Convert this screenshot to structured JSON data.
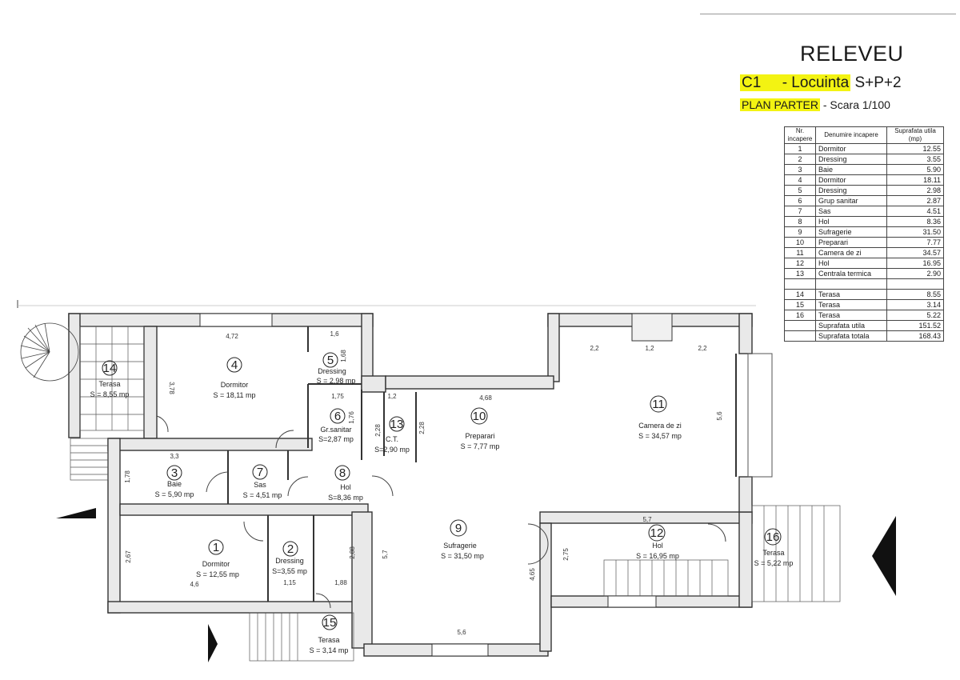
{
  "header": {
    "title": "RELEVEU",
    "building_code": "C1",
    "building_desc": "- Locuinta",
    "building_levels": "S+P+2",
    "plan_name": "PLAN PARTER",
    "scale": "- Scara 1/100"
  },
  "legend": {
    "col_nr": "Nr. incapere",
    "col_name": "Denumire incapere",
    "col_area": "Suprafata utila (mp)",
    "rows": [
      {
        "nr": "1",
        "name": "Dormitor",
        "area": "12.55"
      },
      {
        "nr": "2",
        "name": "Dressing",
        "area": "3.55"
      },
      {
        "nr": "3",
        "name": "Baie",
        "area": "5.90"
      },
      {
        "nr": "4",
        "name": "Dormitor",
        "area": "18.11"
      },
      {
        "nr": "5",
        "name": "Dressing",
        "area": "2.98"
      },
      {
        "nr": "6",
        "name": "Grup sanitar",
        "area": "2.87"
      },
      {
        "nr": "7",
        "name": "Sas",
        "area": "4.51"
      },
      {
        "nr": "8",
        "name": "Hol",
        "area": "8.36"
      },
      {
        "nr": "9",
        "name": "Sufragerie",
        "area": "31.50"
      },
      {
        "nr": "10",
        "name": "Preparari",
        "area": "7.77"
      },
      {
        "nr": "11",
        "name": "Camera de zi",
        "area": "34.57"
      },
      {
        "nr": "12",
        "name": "Hol",
        "area": "16.95"
      },
      {
        "nr": "13",
        "name": "Centrala termica",
        "area": "2.90"
      }
    ],
    "rows2": [
      {
        "nr": "14",
        "name": "Terasa",
        "area": "8.55"
      },
      {
        "nr": "15",
        "name": "Terasa",
        "area": "3.14"
      },
      {
        "nr": "16",
        "name": "Terasa",
        "area": "5.22"
      }
    ],
    "total_util_label": "Suprafata utila",
    "total_util": "151.52",
    "total_label": "Suprafata totala",
    "total": "168.43"
  },
  "rooms": {
    "r1": {
      "num": "1",
      "name": "Dormitor",
      "area": "S = 12,55 mp"
    },
    "r2": {
      "num": "2",
      "name": "Dressing",
      "area": "S=3,55 mp"
    },
    "r3": {
      "num": "3",
      "name": "Baie",
      "area": "S = 5,90 mp"
    },
    "r4": {
      "num": "4",
      "name": "Dormitor",
      "area": "S = 18,11 mp"
    },
    "r5": {
      "num": "5",
      "name": "Dressing",
      "area": "S = 2,98 mp"
    },
    "r6": {
      "num": "6",
      "name": "Gr.sanitar",
      "area": "S=2,87 mp"
    },
    "r7": {
      "num": "7",
      "name": "Sas",
      "area": "S = 4,51 mp"
    },
    "r8": {
      "num": "8",
      "name": "Hol",
      "area": "S=8,36 mp"
    },
    "r9": {
      "num": "9",
      "name": "Sufragerie",
      "area": "S = 31,50 mp"
    },
    "r10": {
      "num": "10",
      "name": "Preparari",
      "area": "S = 7,77 mp"
    },
    "r11": {
      "num": "11",
      "name": "Camera de zi",
      "area": "S = 34,57 mp"
    },
    "r12": {
      "num": "12",
      "name": "Hol",
      "area": "S = 16,95 mp"
    },
    "r13": {
      "num": "13",
      "name": "C.T.",
      "area": "S=2,90 mp"
    },
    "r14": {
      "num": "14",
      "name": "Terasa",
      "area": "S = 8,55 mp"
    },
    "r15": {
      "num": "15",
      "name": "Terasa",
      "area": "S = 3,14 mp"
    },
    "r16": {
      "num": "16",
      "name": "Terasa",
      "area": "S = 5,22 mp"
    }
  },
  "dimensions": {
    "d_472": "4,72",
    "d_16": "1,6",
    "d_378": "3,78",
    "d_168": "1,68",
    "d_175": "1,75",
    "d_12a": "1,2",
    "d_468": "4,68",
    "d_176": "1,76",
    "d_228a": "2,28",
    "d_228b": "2,28",
    "d_22a": "2,2",
    "d_12b": "1,2",
    "d_22b": "2,2",
    "d_56a": "5,6",
    "d_33": "3,3",
    "d_178": "1,78",
    "d_57a": "5,7",
    "d_267": "2,67",
    "d_46": "4,6",
    "d_115": "1,15",
    "d_288": "2,88",
    "d_188": "1,88",
    "d_57b": "5,7",
    "d_275": "2,75",
    "d_465": "4,65",
    "d_56b": "5,6"
  }
}
